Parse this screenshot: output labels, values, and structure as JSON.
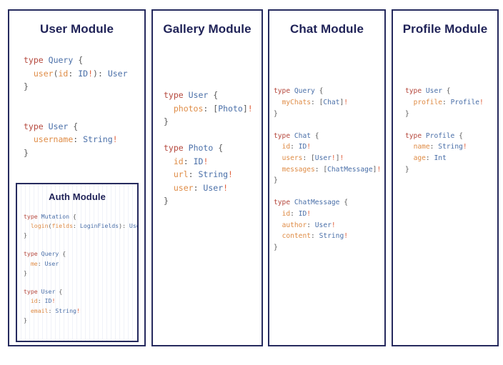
{
  "diagram": {
    "background": "#ffffff",
    "card_border_color": "#262a5e",
    "title_color": "#1f2257",
    "syntax_colors": {
      "keyword": "#b5483d",
      "type_name": "#4a6fa8",
      "field_name": "#df8c46",
      "scalar_type": "#4a6fa8",
      "non_null": "#e0603c",
      "punctuation": "#5b5b5b"
    },
    "modules": [
      {
        "id": "user",
        "title": "User Module",
        "code": "type Query {\n  user(id: ID!): User\n}\n\n\ntype User {\n  username: String!\n}"
      },
      {
        "id": "auth",
        "title": "Auth Module",
        "code": "type Mutation {\n  login(fields: LoginFields): User\n}\n\ntype Query {\n  me: User\n}\n\ntype User {\n  id: ID!\n  email: String!\n}"
      },
      {
        "id": "gallery",
        "title": "Gallery Module",
        "code": "type User {\n  photos: [Photo]!\n}\n\ntype Photo {\n  id: ID!\n  url: String!\n  user: User!\n}"
      },
      {
        "id": "chat",
        "title": "Chat Module",
        "code": "type Query {\n  myChats: [Chat]!\n}\n\ntype Chat {\n  id: ID!\n  users: [User!]!\n  messages: [ChatMessage]!\n}\n\ntype ChatMessage {\n  id: ID!\n  author: User!\n  content: String!\n}"
      },
      {
        "id": "profile",
        "title": "Profile Module",
        "code": "type User {\n  profile: Profile!\n}\n\ntype Profile {\n  name: String!\n  age: Int\n}"
      }
    ]
  }
}
